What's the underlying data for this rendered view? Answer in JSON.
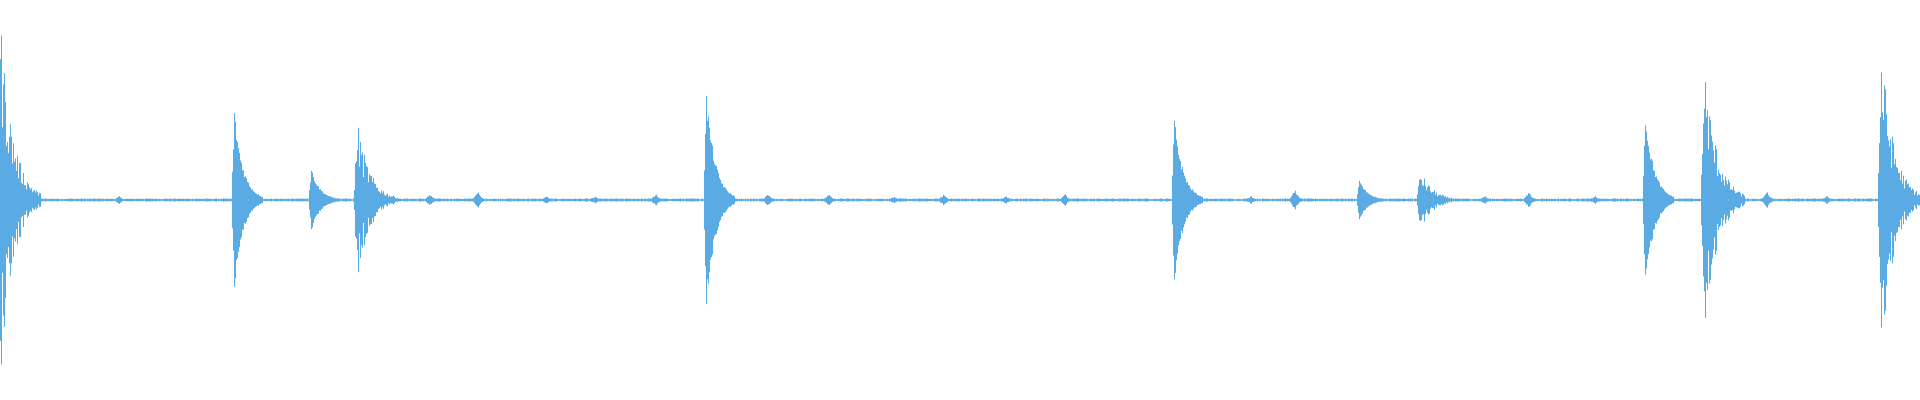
{
  "waveform": {
    "color": "#5aaae3",
    "background": "#ffffff",
    "baseline_fraction": 0.5,
    "events": [
      {
        "t": 0.0,
        "peak": 0.92,
        "type": "burst"
      },
      {
        "t": 0.062,
        "peak": 0.02,
        "type": "bump"
      },
      {
        "t": 0.122,
        "peak": 0.45,
        "type": "hit"
      },
      {
        "t": 0.162,
        "peak": 0.16,
        "type": "hit"
      },
      {
        "t": 0.186,
        "peak": 0.4,
        "type": "burst"
      },
      {
        "t": 0.224,
        "peak": 0.03,
        "type": "bump"
      },
      {
        "t": 0.249,
        "peak": 0.04,
        "type": "bump"
      },
      {
        "t": 0.285,
        "peak": 0.02,
        "type": "bump"
      },
      {
        "t": 0.31,
        "peak": 0.02,
        "type": "bump"
      },
      {
        "t": 0.342,
        "peak": 0.03,
        "type": "bump"
      },
      {
        "t": 0.368,
        "peak": 0.54,
        "type": "hit"
      },
      {
        "t": 0.4,
        "peak": 0.03,
        "type": "bump"
      },
      {
        "t": 0.432,
        "peak": 0.03,
        "type": "bump"
      },
      {
        "t": 0.466,
        "peak": 0.02,
        "type": "bump"
      },
      {
        "t": 0.492,
        "peak": 0.03,
        "type": "bump"
      },
      {
        "t": 0.524,
        "peak": 0.02,
        "type": "bump"
      },
      {
        "t": 0.555,
        "peak": 0.03,
        "type": "bump"
      },
      {
        "t": 0.612,
        "peak": 0.42,
        "type": "hit"
      },
      {
        "t": 0.652,
        "peak": 0.02,
        "type": "bump"
      },
      {
        "t": 0.675,
        "peak": 0.05,
        "type": "bump"
      },
      {
        "t": 0.708,
        "peak": 0.1,
        "type": "hit"
      },
      {
        "t": 0.74,
        "peak": 0.15,
        "type": "burst"
      },
      {
        "t": 0.774,
        "peak": 0.02,
        "type": "bump"
      },
      {
        "t": 0.797,
        "peak": 0.04,
        "type": "bump"
      },
      {
        "t": 0.831,
        "peak": 0.02,
        "type": "bump"
      },
      {
        "t": 0.857,
        "peak": 0.44,
        "type": "hit"
      },
      {
        "t": 0.888,
        "peak": 0.7,
        "type": "burst"
      },
      {
        "t": 0.921,
        "peak": 0.04,
        "type": "bump"
      },
      {
        "t": 0.952,
        "peak": 0.02,
        "type": "bump"
      },
      {
        "t": 0.98,
        "peak": 0.78,
        "type": "burst"
      }
    ]
  }
}
